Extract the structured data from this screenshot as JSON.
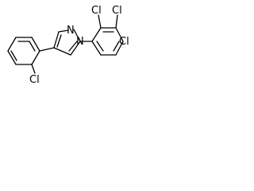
{
  "molecule": {
    "atoms": {
      "n1": "N",
      "n2": "N",
      "cl_phenyl": "Cl",
      "cl_ortho": "Cl",
      "cl_meta": "Cl",
      "cl_para": "Cl"
    }
  }
}
